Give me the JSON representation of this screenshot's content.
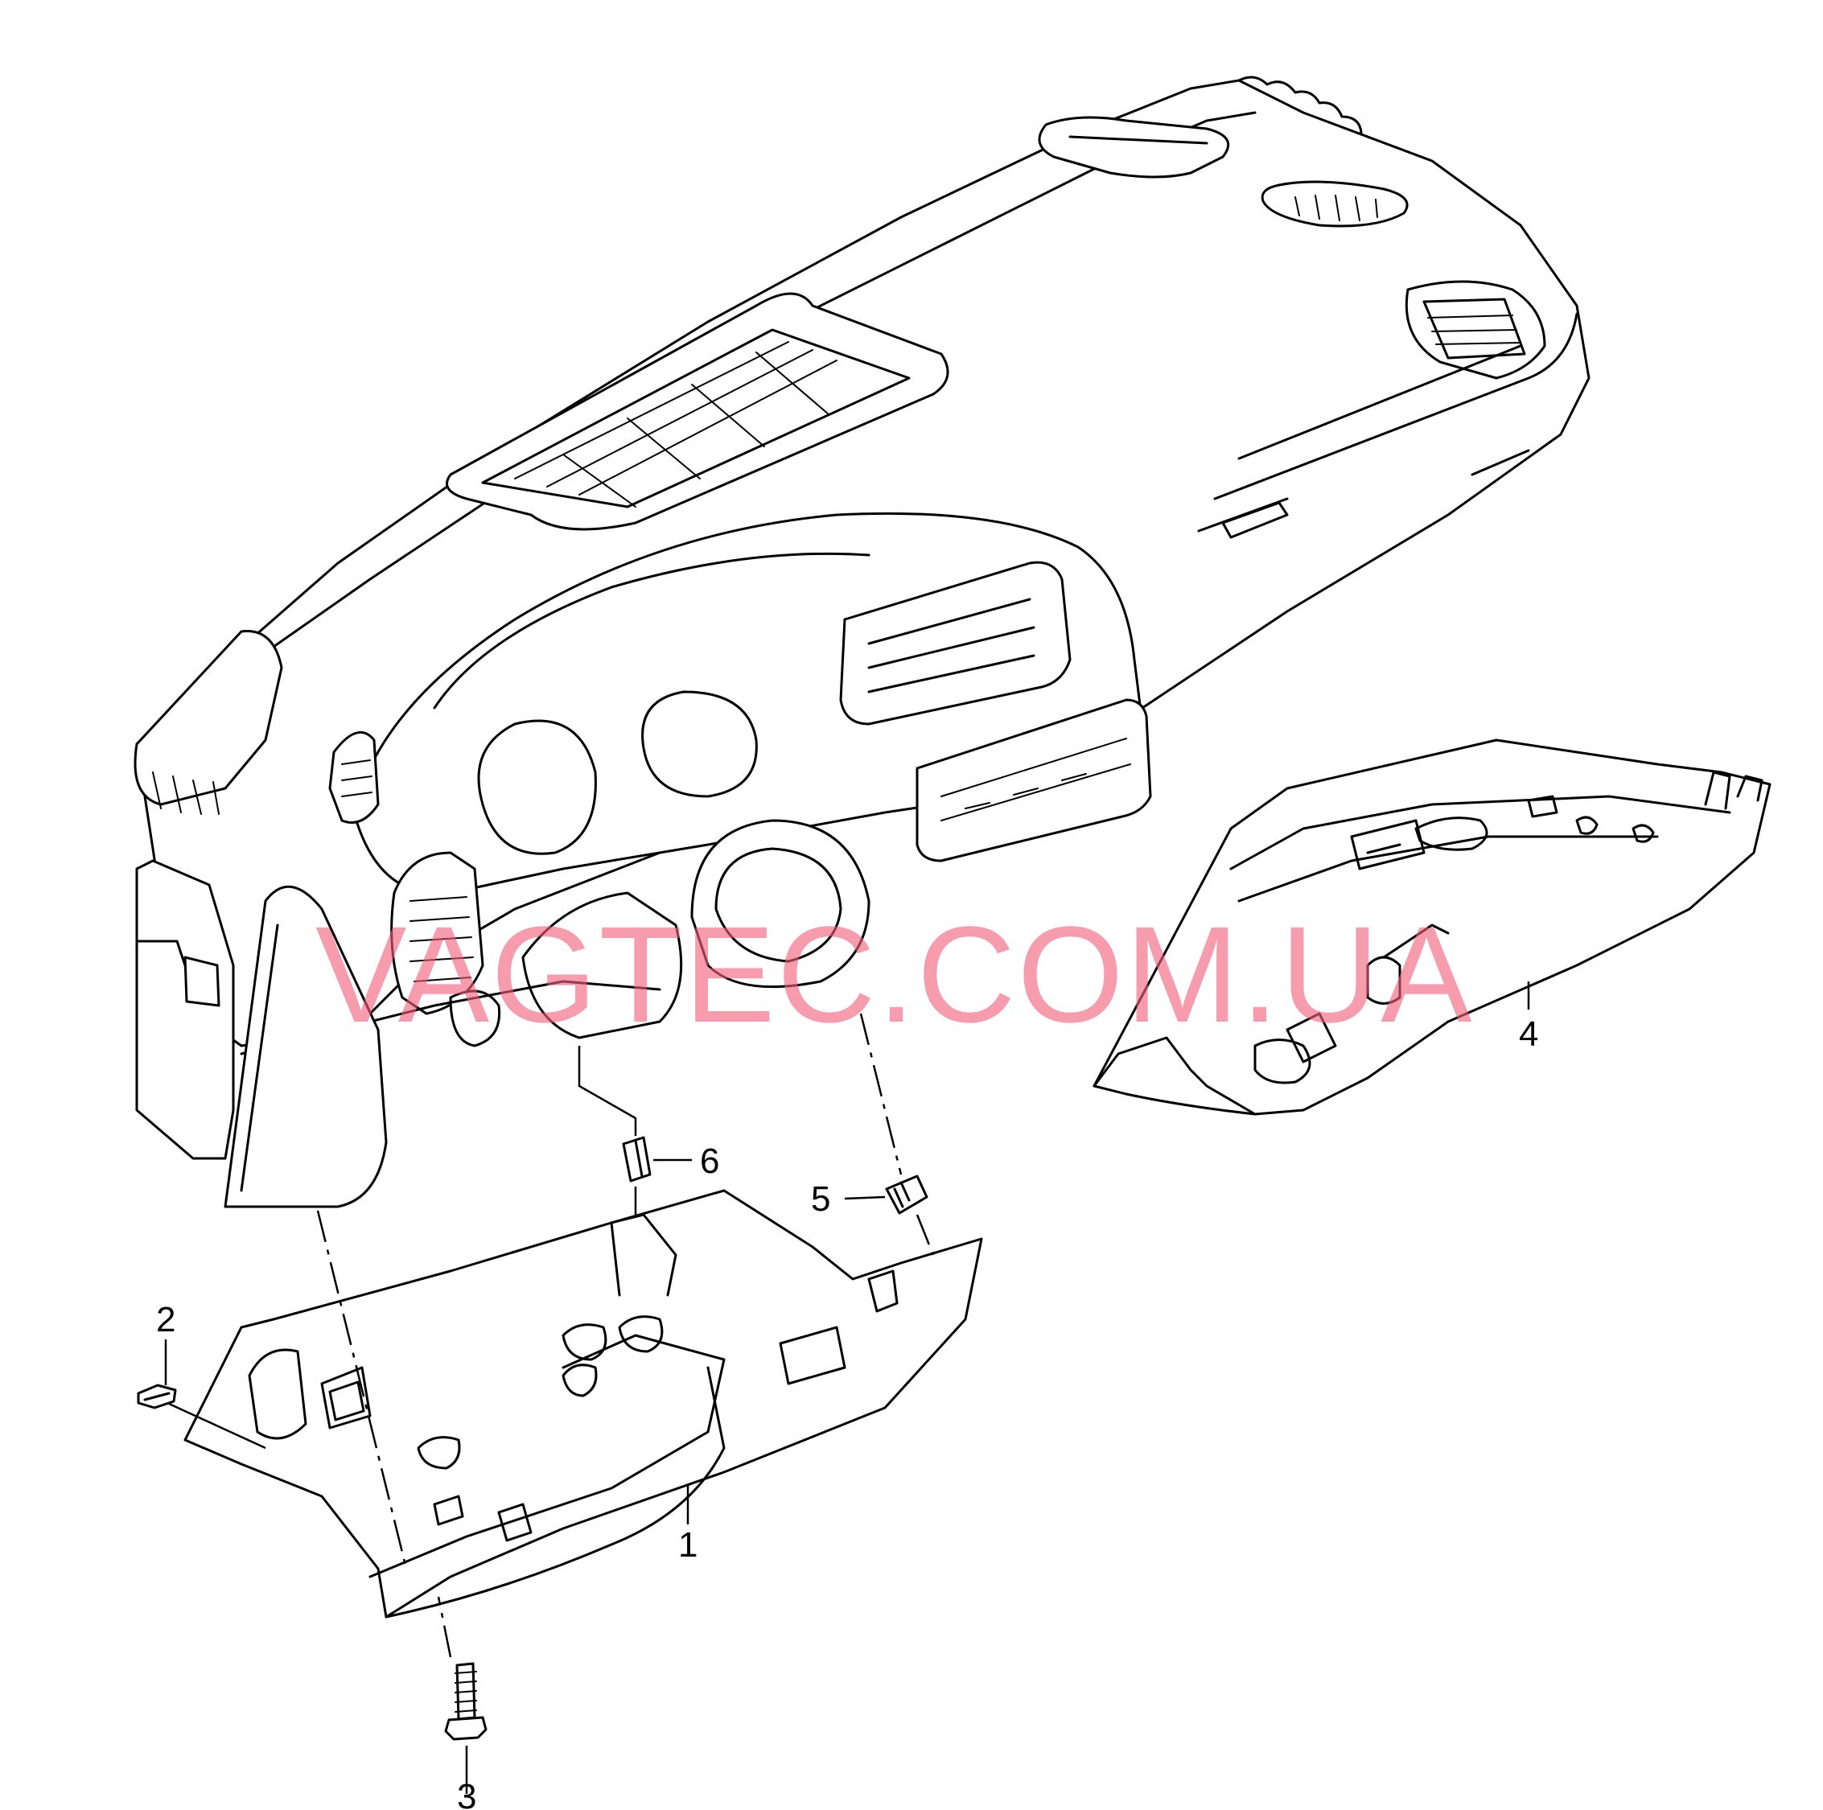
{
  "watermark": "VAGTEC.COM.UA",
  "callouts": [
    {
      "id": "1",
      "label": "1"
    },
    {
      "id": "2",
      "label": "2"
    },
    {
      "id": "3",
      "label": "3"
    },
    {
      "id": "4",
      "label": "4"
    },
    {
      "id": "5",
      "label": "5"
    },
    {
      "id": "6",
      "label": "6"
    }
  ],
  "colors": {
    "line": "#000000",
    "background": "#ffffff",
    "watermark": "#f0607a"
  }
}
